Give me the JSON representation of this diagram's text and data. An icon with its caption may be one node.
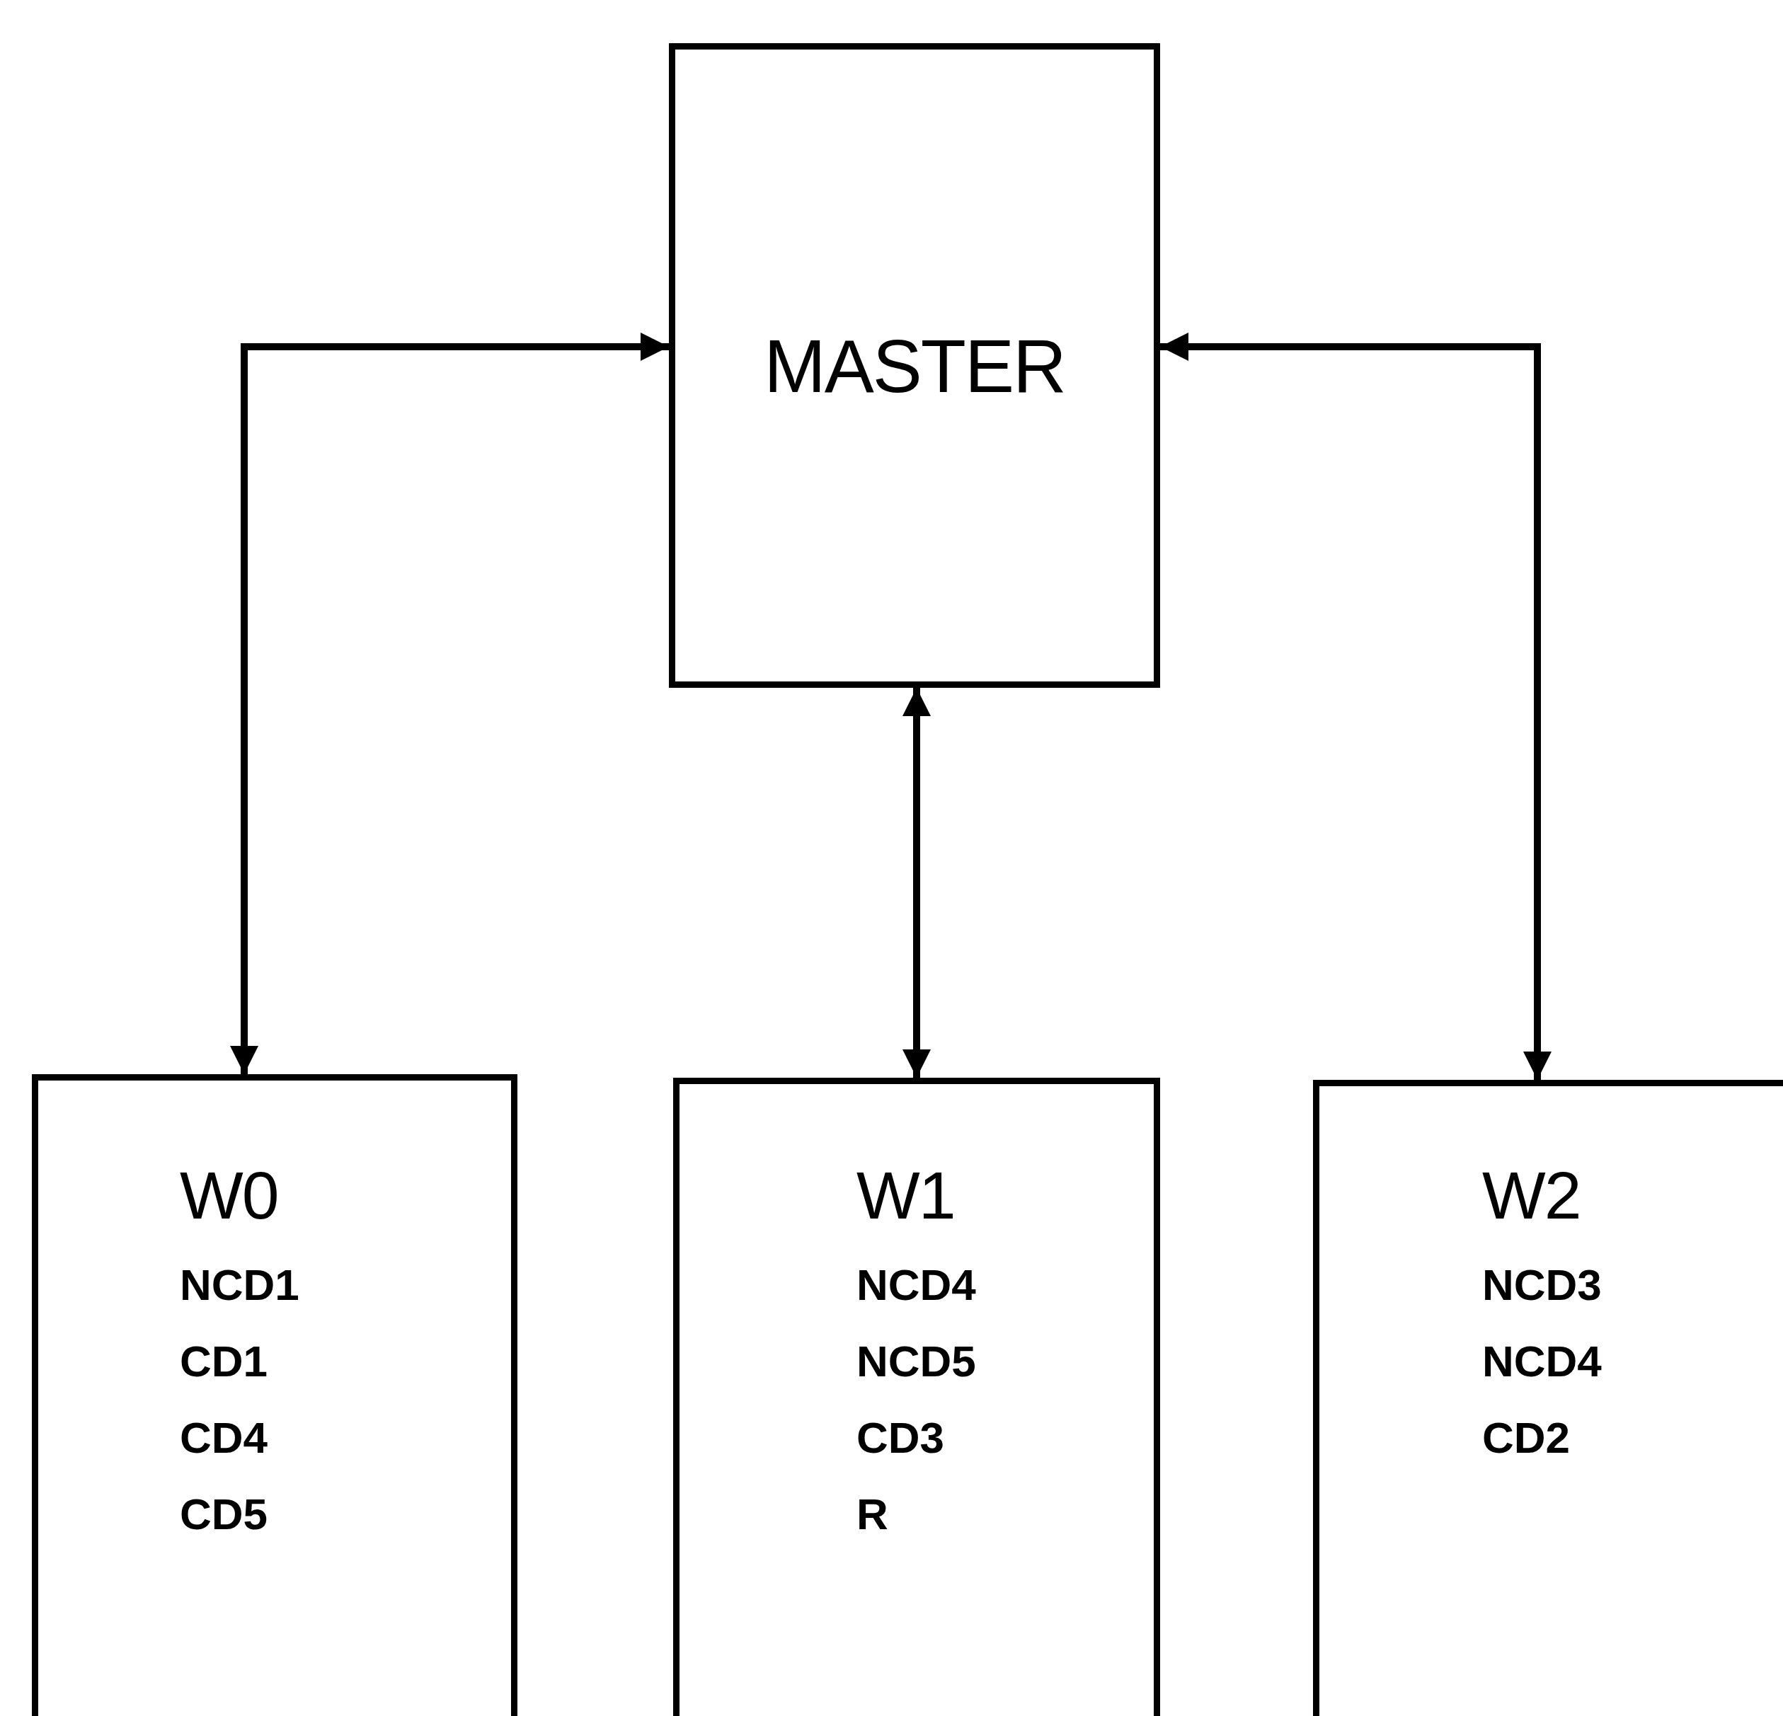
{
  "diagram": {
    "nodes": [
      {
        "text": [
          "MASTER"
        ]
      },
      {
        "text": [
          "W0",
          "NCD1",
          "CD1",
          "CD4",
          "CD5"
        ]
      },
      {
        "text": [
          "W1",
          "NCD4",
          "NCD5",
          "CD3",
          "R"
        ]
      },
      {
        "text": [
          "W2",
          "NCD3",
          "NCD4",
          "CD2"
        ]
      }
    ],
    "edges": [
      {
        "from": 0,
        "to": 1,
        "arrow": "both"
      },
      {
        "from": 0,
        "to": 2,
        "arrow": "both"
      },
      {
        "from": 0,
        "to": 3,
        "arrow": "both"
      }
    ]
  }
}
